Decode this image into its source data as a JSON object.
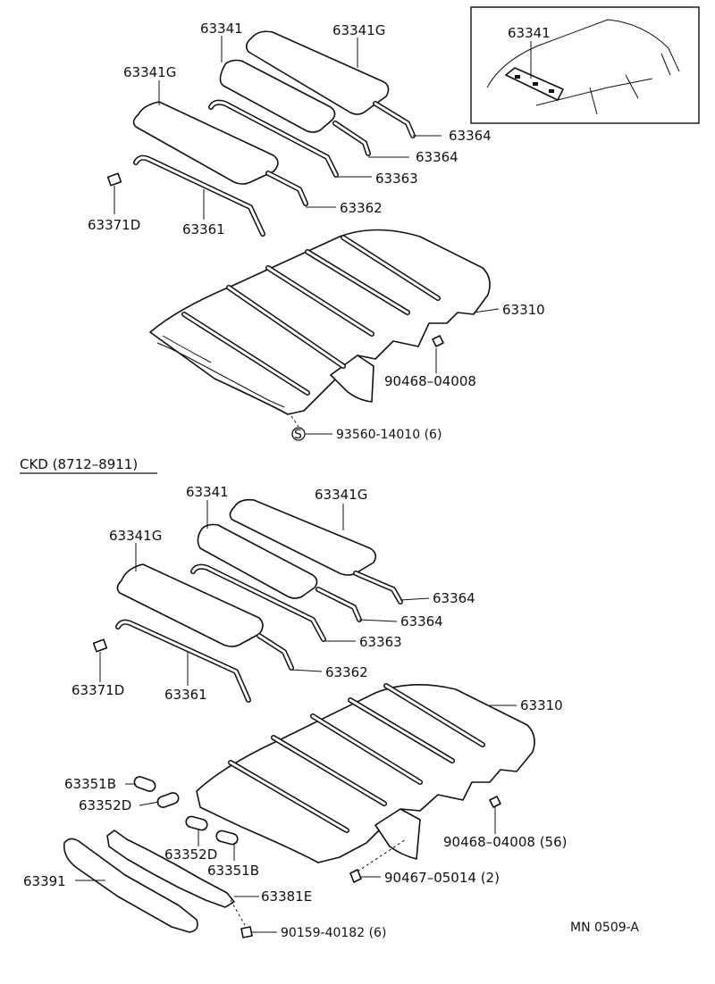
{
  "top": {
    "labels": {
      "p63341": "63341",
      "p63341g_right": "63341G",
      "p63341g_left": "63341G",
      "p63364_a": "63364",
      "p63364_b": "63364",
      "p63363": "63363",
      "p63362": "63362",
      "p63371d": "63371D",
      "p63361": "63361",
      "p63310": "63310",
      "p90468": "90468–04008",
      "p93560": "93560-14010 (6)",
      "screw_symbol": "S"
    },
    "inset": {
      "label": "63341"
    }
  },
  "section_title": "CKD (8712–8911)",
  "bottom": {
    "labels": {
      "p63341": "63341",
      "p63341g_right": "63341G",
      "p63341g_left": "63341G",
      "p63364_a": "63364",
      "p63364_b": "63364",
      "p63363": "63363",
      "p63362": "63362",
      "p63371d": "63371D",
      "p63361": "63361",
      "p63310": "63310",
      "p63351b_a": "63351B",
      "p63352d_a": "63352D",
      "p63352d_b": "63352D",
      "p63351b_b": "63351B",
      "p63391": "63391",
      "p63381e": "63381E",
      "p90468": "90468–04008 (56)",
      "p90467": "90467–05014 (2)",
      "p90159": "90159-40182 (6)"
    }
  },
  "footer_code": "MN 0509-A"
}
